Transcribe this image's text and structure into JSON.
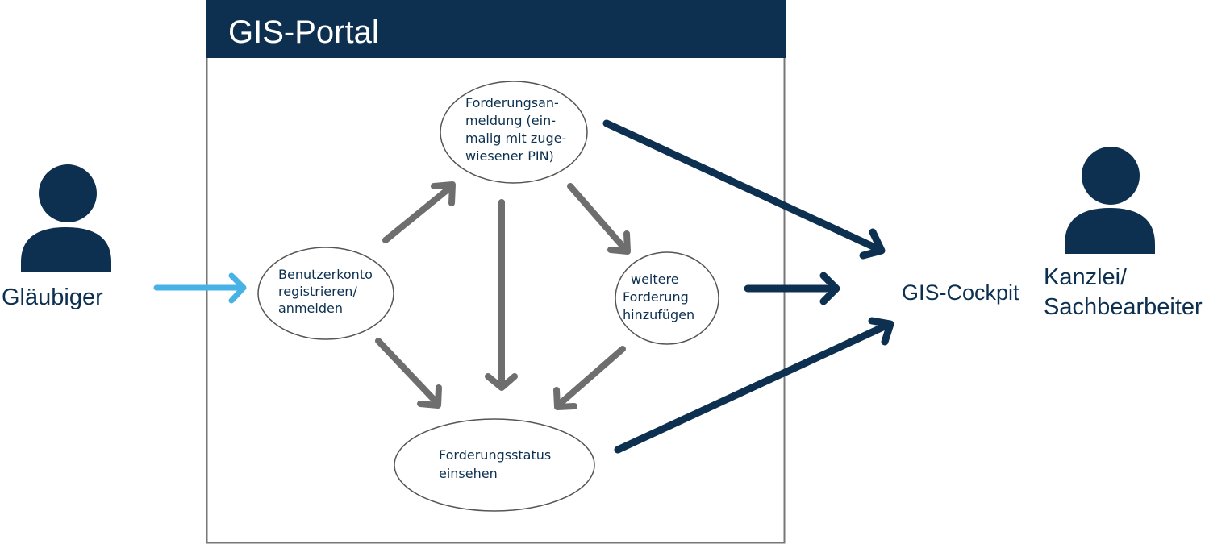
{
  "colors": {
    "navy": "#0d3050",
    "gray_arrow": "#6e6e6e",
    "blue_arrow": "#47b2e6",
    "frame_border": "#777777"
  },
  "portal": {
    "title": "GIS-Portal"
  },
  "actors": {
    "creditor": {
      "label": "Gläubiger",
      "icon": "person-icon"
    },
    "office": {
      "label_lines": [
        "Kanzlei/",
        "Sachbearbeiter"
      ],
      "icon": "person-icon"
    }
  },
  "cockpit": {
    "label": "GIS-Cockpit"
  },
  "nodes": {
    "register": {
      "lines": [
        "Benutzerkonto",
        "registrieren/",
        "anmelden"
      ]
    },
    "claim": {
      "lines": [
        "Forderungsan-",
        "meldung  (ein-",
        "malig mit zuge-",
        "wiesener PIN)"
      ]
    },
    "add_claim": {
      "lines": [
        "weitere",
        "Forderung",
        "hinzufügen"
      ]
    },
    "status": {
      "lines": [
        "Forderungsstatus",
        "einsehen"
      ]
    }
  }
}
